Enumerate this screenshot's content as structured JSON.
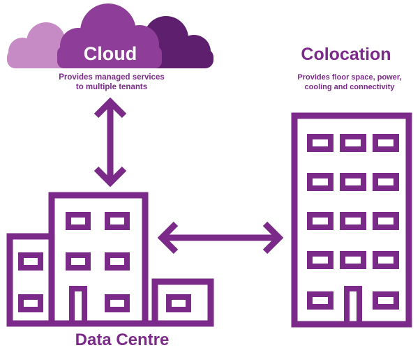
{
  "cloud": {
    "title": "Cloud",
    "description_line1": "Provides managed services",
    "description_line2": "to multiple tenants"
  },
  "colocation": {
    "title": "Colocation",
    "description_line1": "Provides floor space, power,",
    "description_line2": "cooling and connectivity"
  },
  "data_centre": {
    "title": "Data Centre"
  },
  "colors": {
    "purple": "#7b2a8a",
    "cloud_light": "#c68bc4",
    "cloud_mid": "#8e3e98",
    "cloud_dark": "#5e1f6e"
  },
  "icons": [
    "cloud-icon",
    "office-building-icon",
    "tower-building-icon",
    "double-arrow-icon"
  ]
}
